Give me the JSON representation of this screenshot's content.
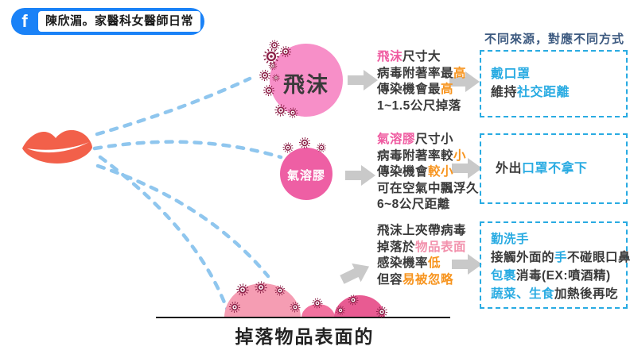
{
  "badge": {
    "logo_letter": "f",
    "title": "陳欣湄。家醫科女醫師日常"
  },
  "header_note": "不同來源，對應不同方式",
  "droplet": {
    "label": "飛沫",
    "desc": {
      "l1a": "飛沫",
      "l1b": "尺寸大",
      "l2a": "病毒附著率最",
      "l2b": "高",
      "l3a": "傳染機會最",
      "l3b": "高",
      "l4": "1~1.5公尺掉落"
    },
    "advice": {
      "l1": "戴口罩",
      "l2a": "維持",
      "l2b": "社交距離"
    }
  },
  "aerosol": {
    "label": "氣溶膠",
    "desc": {
      "l1a": "氣溶膠",
      "l1b": "尺寸小",
      "l2a": "病毒附著率較",
      "l2b": "小",
      "l3a": "傳染機會",
      "l3b": "較小",
      "l4": "可在空氣中飄浮久",
      "l5": "6~8公尺距離"
    },
    "advice": {
      "l1a": "外出",
      "l1b": "口罩不拿下"
    }
  },
  "surface": {
    "desc": {
      "l1": "飛沫上夾帶病毒",
      "l2a": "掉落於",
      "l2b": "物品表面",
      "l3a": "感染機率",
      "l3b": "低",
      "l4a": "但容",
      "l4b": "易被忽略"
    },
    "advice": {
      "l1": "勤洗手",
      "l2a": "接觸外面的",
      "l2b": "手",
      "l2c": "不碰眼口鼻",
      "l3a": "包裹",
      "l3b": "消毒(EX:噴酒精)",
      "l4a": "蔬菜、生食",
      "l4b": "加熱後再吃"
    },
    "caption": "掉落物品表面的"
  },
  "colors": {
    "badge_blue": "#1a82f7",
    "header_text": "#3d5a80",
    "cyan_accent": "#29abe2",
    "orange_accent": "#f7941e",
    "pink_text": "#ef5aa0",
    "light_pink_text": "#f291ac",
    "droplet_fill": "#f78fc8",
    "aerosol_fill": "#ee5fa4",
    "blob_light": "#f59db3",
    "blob_mid": "#f2729f",
    "blob_dark": "#e85b92",
    "virus": "#8c2148",
    "lips": "#f2604a",
    "spray_line": "#8fc6ee",
    "arrow_gray": "#c9c9c9",
    "dark_text": "#3a3a3a"
  }
}
